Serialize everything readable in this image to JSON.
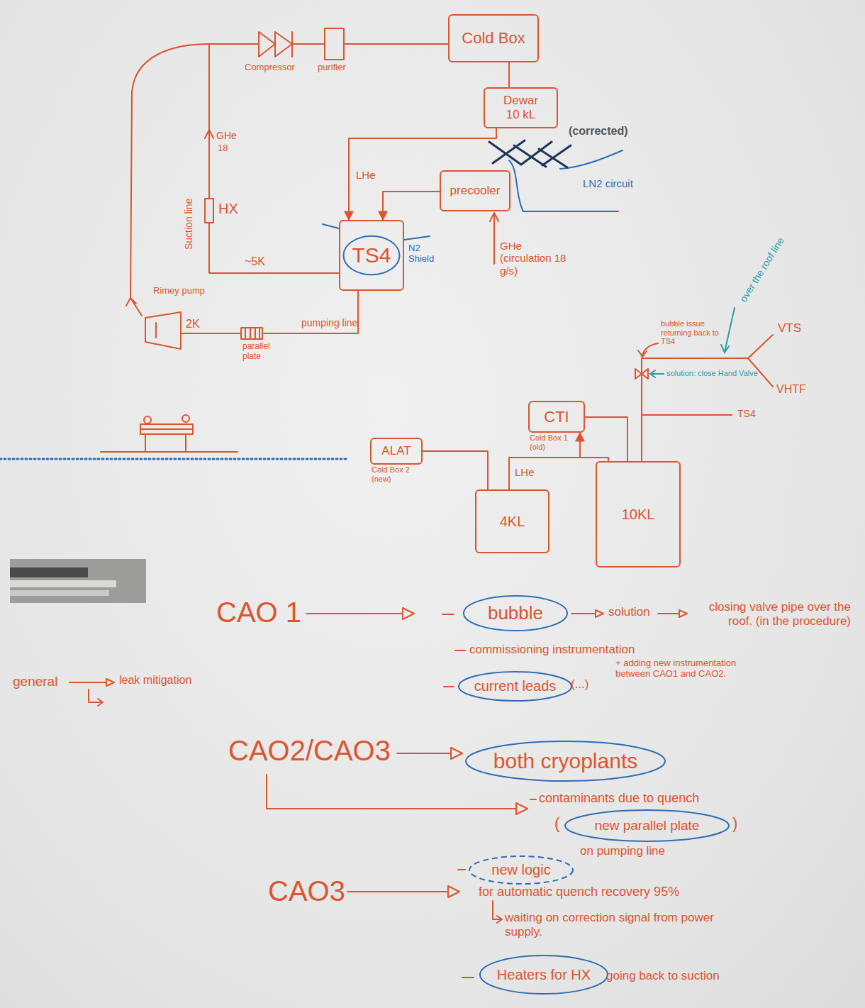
{
  "diagram": {
    "nodes": [
      {
        "text": [
          "Cold Box"
        ]
      },
      {
        "text": [
          "Dewar 10 kL"
        ]
      },
      {
        "text": [
          "precooler"
        ]
      },
      {
        "text": [
          "TS4"
        ]
      },
      {
        "text": [
          "ALAT",
          "Cold Box 2 (new)"
        ]
      },
      {
        "text": [
          "CTI",
          "Cold Box 1 (old)"
        ]
      },
      {
        "text": [
          "4KL"
        ]
      },
      {
        "text": [
          "10KL"
        ]
      },
      {
        "text": [
          "bubble"
        ]
      },
      {
        "text": [
          "current leads"
        ]
      },
      {
        "text": [
          "both cryoplants"
        ]
      },
      {
        "text": [
          "new parallel plate"
        ]
      },
      {
        "text": [
          "new logic"
        ]
      },
      {
        "text": [
          "Heaters for HX"
        ]
      }
    ],
    "edges": [
      {
        "from": 0,
        "to": 1,
        "arrow": "none"
      },
      {
        "from": 1,
        "to": 3,
        "label": "LHe",
        "arrow": "to"
      },
      {
        "from": 2,
        "to": 3,
        "arrow": "to"
      },
      {
        "from": 6,
        "to": 5,
        "label": "LHe",
        "arrow": "to"
      },
      {
        "from": 4,
        "to": 6,
        "arrow": "none"
      },
      {
        "from": 5,
        "to": 7,
        "arrow": "none"
      }
    ],
    "labels": [
      "Compressor",
      "purifier",
      "GHe",
      "18",
      "Suction line",
      "HX",
      "~5K",
      "(corrected)",
      "LN2 circuit",
      "N2 Shield",
      "GHe (circulation 18 g/s)",
      "Rimey pump",
      "2K",
      "pumping line",
      "parallel plate",
      "over the roof line",
      "bubble issue returning back to TS4",
      "VTS",
      "VHTF",
      "TS4",
      "solution: close Hand Valve",
      "CAO 1",
      "solution",
      "closing valve pipe over the roof. (in the procedure)",
      "commissioning instrumentation",
      "+ adding new instrumentation between CAO1 and CAO2.",
      "(...)",
      "general",
      "leak mitigation",
      "CAO2/CAO3",
      "contaminants due to quench",
      "(",
      ")",
      "on pumping line",
      "CAO3",
      "for automatic quench recovery 95%",
      "waiting on correction signal from power supply.",
      "going back to suction"
    ]
  }
}
